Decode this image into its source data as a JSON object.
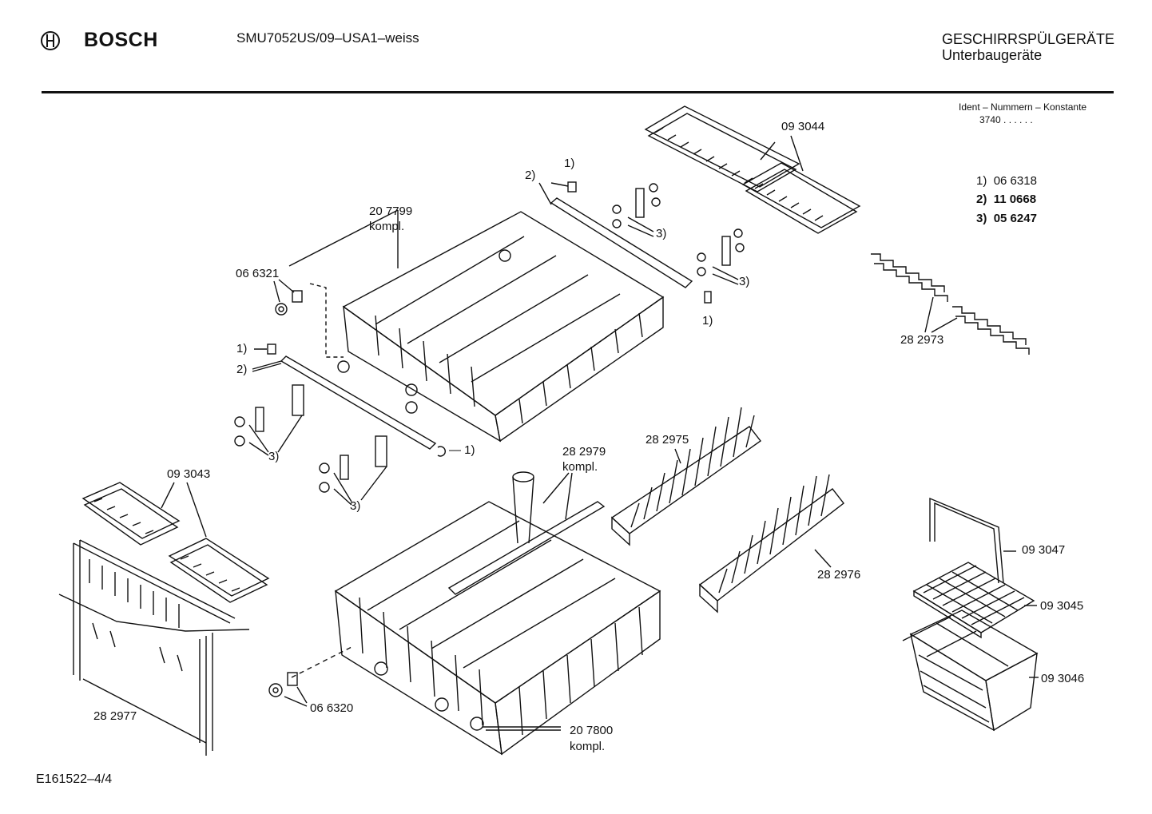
{
  "header": {
    "brand": "BOSCH",
    "model": "SMU7052US/09–USA1–weiss",
    "category": "GESCHIRRSPÜLGERÄTE",
    "subcategory": "Unterbaugeräte",
    "ident_title": "Ident – Nummern – Konstante",
    "ident_value": "3740 . .  . . . ."
  },
  "legend": [
    {
      "key": "1)",
      "value": "06 6318",
      "bold": false
    },
    {
      "key": "2)",
      "value": "11 0668",
      "bold": true
    },
    {
      "key": "3)",
      "value": "05 6247",
      "bold": true
    }
  ],
  "parts": {
    "p093044": "09 3044",
    "p207799": "20 7799",
    "p207799_note": "kompl.",
    "p066321": "06 6321",
    "p282973": "28 2973",
    "p282975": "28 2975",
    "p282979": "28 2979",
    "p282979_note": "kompl.",
    "p093043": "09 3043",
    "p093047": "09 3047",
    "p093045": "09 3045",
    "p093046": "09 3046",
    "p282976": "28 2976",
    "p282977": "28 2977",
    "p066320": "06 6320",
    "p207800": "20 7800",
    "p207800_note": "kompl."
  },
  "callouts": {
    "c1": "1)",
    "c2": "2)",
    "c3": "3)",
    "c1_dash": "— 1)"
  },
  "footer": {
    "drawing_id": "E161522–4/4"
  }
}
